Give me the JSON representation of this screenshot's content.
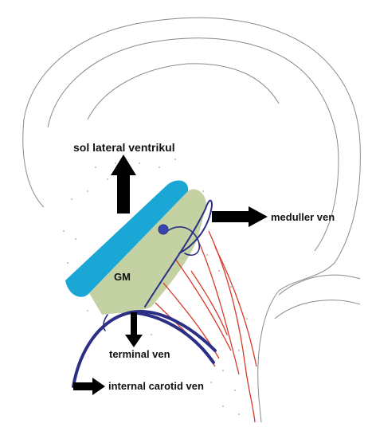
{
  "labels": {
    "sol_lateral_ventrikul": "sol lateral ventrikul",
    "meduller_ven": "meduller ven",
    "gm": "GM",
    "terminal_ven": "terminal ven",
    "internal_carotid_ven": "internal carotid ven"
  },
  "colors": {
    "ventricle": "#1aa7d6",
    "germinal_matrix": "#c4d1a2",
    "vein": "#2b2f86",
    "artery": "#d63a2a",
    "arrow": "#000000",
    "outline": "#8a8a8a"
  },
  "icons": {
    "arrows": "arrow-icon"
  }
}
